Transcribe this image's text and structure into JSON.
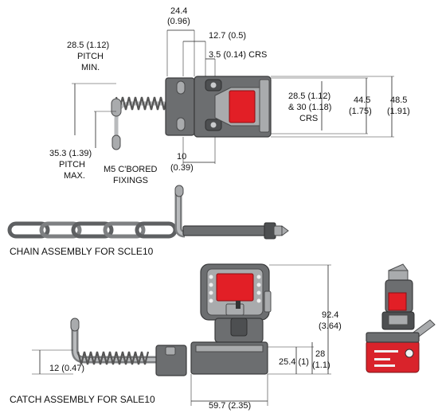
{
  "dimensions": {
    "d_24_4": "24.4",
    "d_24_4_in": "(0.96)",
    "d_12_7": "12.7 (0.5)",
    "d_3_5": "3.5 (0.14) CRS",
    "pitch_min_val": "28.5 (1.12)",
    "pitch_min_word": "PITCH",
    "pitch_min_tag": "MIN.",
    "pitch_max_val": "35.3 (1.39)",
    "pitch_max_word": "PITCH",
    "pitch_max_tag": "MAX.",
    "crs_line1": "28.5 (1.12)",
    "crs_line2": "& 30 (1.18)",
    "crs_line3": "CRS",
    "d_44_5": "44.5",
    "d_44_5_in": "(1.75)",
    "d_48_5": "48.5",
    "d_48_5_in": "(1.91)",
    "d_10": "10",
    "d_10_in": "(0.39)",
    "fixings_line1": "M5 C'BORED",
    "fixings_line2": "FIXINGS",
    "d_92_4": "92.4",
    "d_92_4_in": "(3.64)",
    "d_25_4": "25.4 (1)",
    "d_28": "28",
    "d_28_in": "(1.1)",
    "d_12": "12 (0.47)",
    "d_59_7": "59.7 (2.35)"
  },
  "captions": {
    "chain": "CHAIN ASSEMBLY FOR SCLE10",
    "catch": "CATCH ASSEMBLY FOR SALE10"
  },
  "colors": {
    "body": "#6c6e70",
    "accent_red": "#e21f26",
    "light_grey": "#a9abad"
  }
}
